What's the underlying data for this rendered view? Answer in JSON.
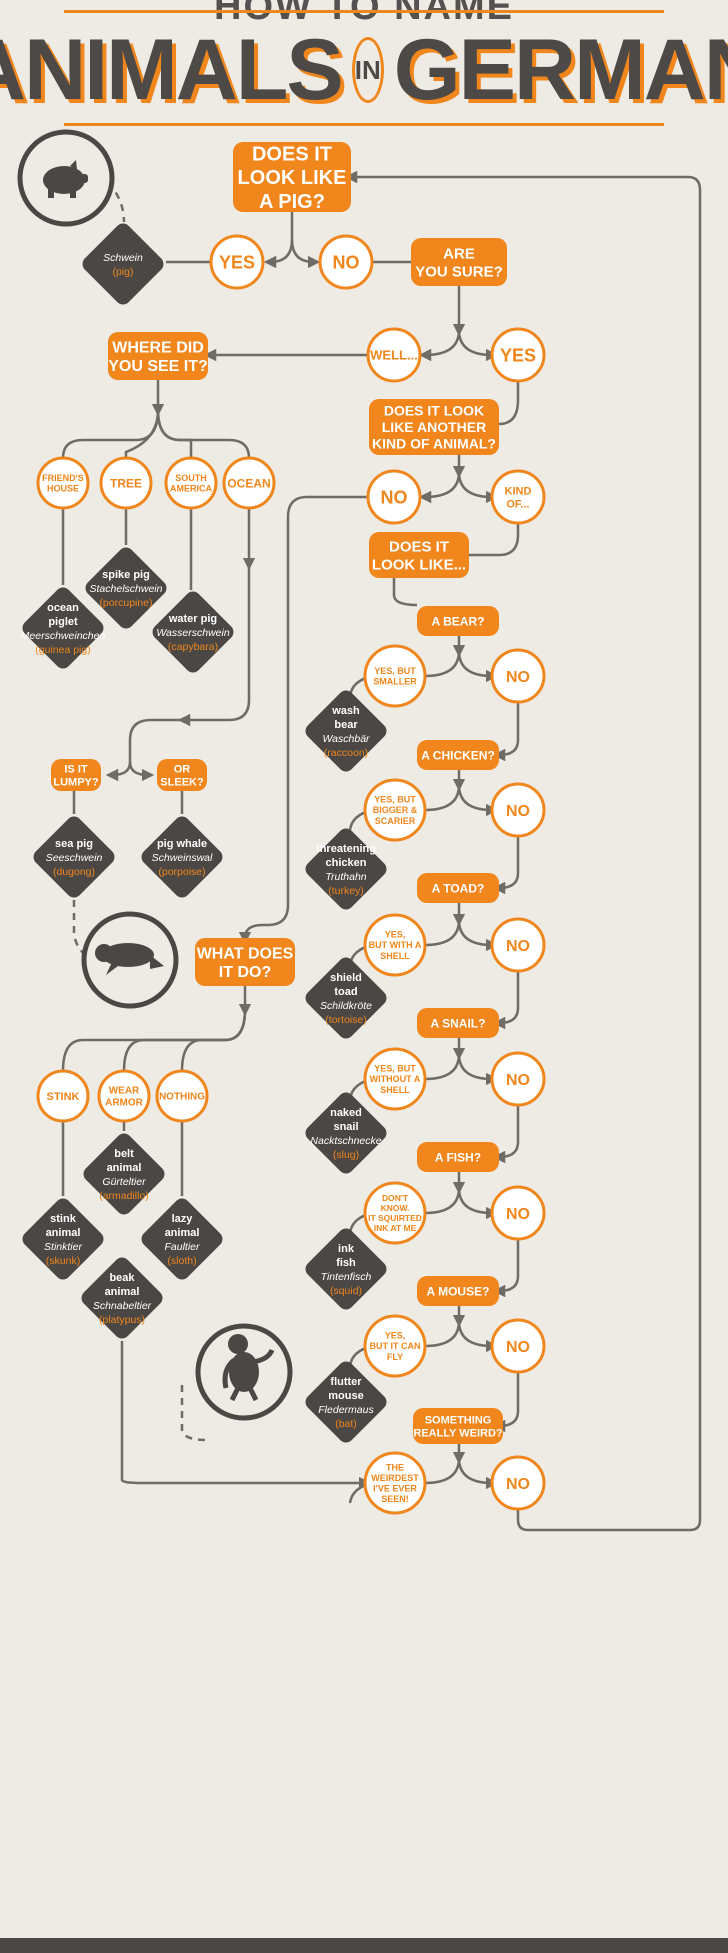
{
  "header": {
    "top_title": "HOW TO NAME",
    "word1": "ANIMALS",
    "word_in": "IN",
    "word2": "GERMAN"
  },
  "colors": {
    "orange": "#f0861c",
    "dark": "#4a4745",
    "background": "#edebe4",
    "line": "#6f6b67"
  },
  "boxes": {
    "does_pig": "DOES IT|LOOK LIKE|A PIG?",
    "are_you_sure": "ARE|YOU SURE?",
    "where_did_you_see": "WHERE DID|YOU SEE IT?",
    "another_animal": "DOES IT LOOK|LIKE ANOTHER|KIND OF ANIMAL?",
    "does_it_look_like": "DOES IT|LOOK LIKE...",
    "lumpy": "IS IT|LUMPY?",
    "sleek": "OR|SLEEK?",
    "what_does_it_do": "WHAT DOES|IT DO?",
    "bear": "A BEAR?",
    "chicken": "A CHICKEN?",
    "toad": "A TOAD?",
    "snail": "A SNAIL?",
    "fish": "A FISH?",
    "mouse": "A MOUSE?",
    "weird": "SOMETHING|REALLY WEIRD?"
  },
  "circles": {
    "yes_pig": "YES",
    "no_pig": "NO",
    "well": "WELL...",
    "yes_sure": "YES",
    "no_another": "NO",
    "kind_of": "KIND|OF...",
    "friends_house": "FRIEND'S|HOUSE",
    "tree": "TREE",
    "south_america": "SOUTH|AMERICA",
    "ocean": "OCEAN",
    "stink": "STINK",
    "wear_armor": "WEAR|ARMOR",
    "nothing": "NOTHING",
    "yes_smaller": "YES, BUT|SMALLER",
    "no_bear": "NO",
    "yes_bigger": "YES, BUT|BIGGER &|SCARIER",
    "no_chicken": "NO",
    "yes_shell": "YES,|BUT WITH A|SHELL",
    "no_toad": "NO",
    "yes_without_shell": "YES, BUT|WITHOUT A|SHELL",
    "no_snail": "NO",
    "dont_know": "DON'T|KNOW.|IT SQUIRTED|INK AT ME",
    "no_fish": "NO",
    "yes_fly": "YES,|BUT IT CAN|FLY",
    "no_mouse": "NO",
    "weirdest": "THE|WEIRDEST|I'VE EVER|SEEN!",
    "no_weird": "NO"
  },
  "diamonds": {
    "schwein": {
      "literal": "",
      "german": "Schwein",
      "english": "(pig)"
    },
    "spike_pig": {
      "literal": "spike pig",
      "german": "Stachelschwein",
      "english": "(porcupine)"
    },
    "ocean_piglet": {
      "literal": "ocean|piglet",
      "german": "Meerschweinchen",
      "english": "(guinea pig)"
    },
    "water_pig": {
      "literal": "water pig",
      "german": "Wasserschwein",
      "english": "(capybara)"
    },
    "sea_pig": {
      "literal": "sea pig",
      "german": "Seeschwein",
      "english": "(dugong)"
    },
    "pig_whale": {
      "literal": "pig whale",
      "german": "Schweinswal",
      "english": "(porpoise)"
    },
    "belt_animal": {
      "literal": "belt|animal",
      "german": "Gürteltier",
      "english": "(armadillo)"
    },
    "stink_animal": {
      "literal": "stink|animal",
      "german": "Stinktier",
      "english": "(skunk)"
    },
    "lazy_animal": {
      "literal": "lazy|animal",
      "german": "Faultier",
      "english": "(sloth)"
    },
    "beak_animal": {
      "literal": "beak|animal",
      "german": "Schnabeltier",
      "english": "(platypus)"
    },
    "wash_bear": {
      "literal": "wash|bear",
      "german": "Waschbär",
      "english": "(raccoon)"
    },
    "threatening_chicken": {
      "literal": "threatening|chicken",
      "german": "Truthahn",
      "english": "(turkey)"
    },
    "shield_toad": {
      "literal": "shield|toad",
      "german": "Schildkröte",
      "english": "(tortoise)"
    },
    "naked_snail": {
      "literal": "naked|snail",
      "german": "Nacktschnecke",
      "english": "(slug)"
    },
    "ink_fish": {
      "literal": "ink|fish",
      "german": "Tintenfisch",
      "english": "(squid)"
    },
    "flutter_mouse": {
      "literal": "flutter|mouse",
      "german": "Fledermaus",
      "english": "(bat)"
    }
  },
  "icons": [
    "pig-icon",
    "dugong-icon",
    "sloth-icon"
  ]
}
